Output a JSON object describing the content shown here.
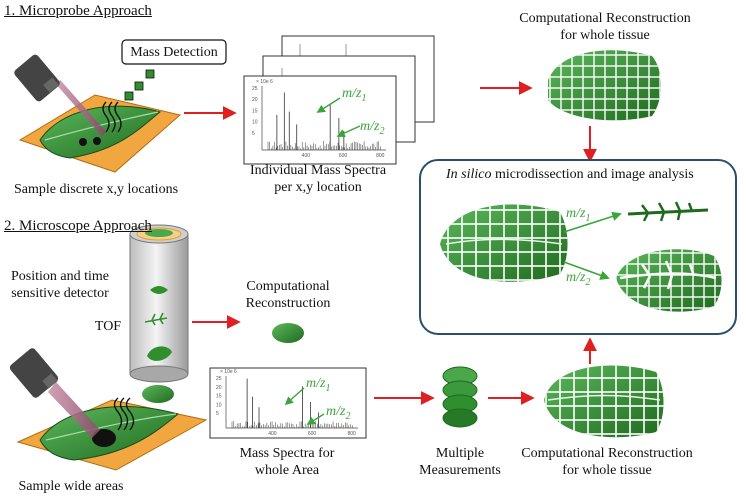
{
  "headings": {
    "microprobe": "1. Microprobe Approach",
    "microscope": "2. Microscope Approach"
  },
  "labels": {
    "mass_detection": "Mass Detection",
    "sample_discrete": "Sample discrete x,y locations",
    "individual_spectra_1": "Individual Mass Spectra",
    "individual_spectra_2": "per x,y location",
    "comp_recon_whole_1": "Computational Reconstruction",
    "comp_recon_whole_2": "for whole tissue",
    "insilico_italic": "In silico",
    "insilico_rest": " microdissection and image analysis",
    "position_detector_1": "Position and time",
    "position_detector_2": "sensitive detector",
    "tof": "TOF",
    "comp_recon_1": "Computational",
    "comp_recon_2": "Reconstruction",
    "mass_spectra_whole_1": "Mass Spectra for",
    "mass_spectra_whole_2": "whole Area",
    "multiple_1": "Multiple",
    "multiple_2": "Measurements",
    "comp_recon_bottom_1": "Computational Reconstruction",
    "comp_recon_bottom_2": "for whole tissue",
    "sample_wide": "Sample wide areas",
    "mz1_base": "m/z",
    "mz1_sub": "1",
    "mz2_base": "m/z",
    "mz2_sub": "2"
  },
  "spectrum_ticks": {
    "y": [
      "25",
      "20",
      "15",
      "10",
      "5"
    ],
    "x": [
      "400",
      "600",
      "800"
    ],
    "header": "× 10e 6"
  },
  "colors": {
    "arrow": "#e02020",
    "leaf": "#2f8f2f",
    "leaf_dark": "#1f6a1f",
    "sample_plate": "#f2a640",
    "highlight": "#3aa63a",
    "box_border": "#2a4f6e"
  },
  "icons": [
    "probe-icon",
    "leaf-icon",
    "detector-tube-icon",
    "arrow-icon"
  ]
}
